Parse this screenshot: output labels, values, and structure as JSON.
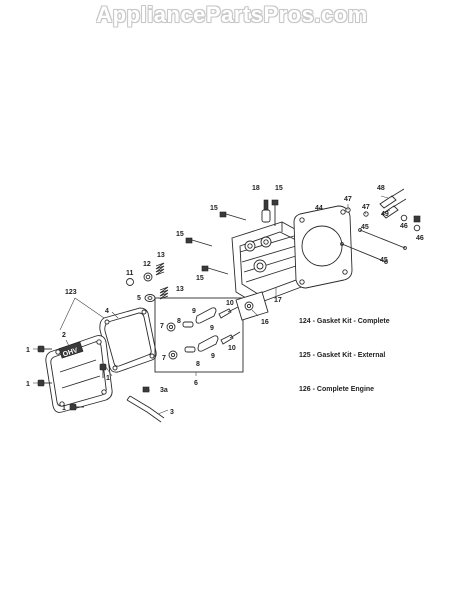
{
  "watermark": "AppliancePartsPros.com",
  "callouts": {
    "c1a": "1",
    "c1b": "1",
    "c1c": "1",
    "c1d": "1",
    "c2": "2",
    "c3": "3",
    "c3a": "3a",
    "c4": "4",
    "c5": "5",
    "c6": "6",
    "c7a": "7",
    "c7b": "7",
    "c8a": "8",
    "c8b": "8",
    "c9a": "9",
    "c9b": "9",
    "c9c": "9",
    "c10a": "10",
    "c10b": "10",
    "c11": "11",
    "c12": "12",
    "c13a": "13",
    "c13b": "13",
    "c15a": "15",
    "c15b": "15",
    "c15c": "15",
    "c15d": "15",
    "c16": "16",
    "c17": "17",
    "c18": "18",
    "c44": "44",
    "c45a": "45",
    "c45b": "45",
    "c46a": "46",
    "c46b": "46",
    "c47a": "47",
    "c47b": "47",
    "c48": "48",
    "c49": "49",
    "c123": "123"
  },
  "legend": {
    "item124": "124 - Gasket Kit - Complete",
    "item125": "125 - Gasket Kit - External",
    "item126": "126 - Complete Engine"
  },
  "badge": {
    "ohv": "OHV"
  }
}
